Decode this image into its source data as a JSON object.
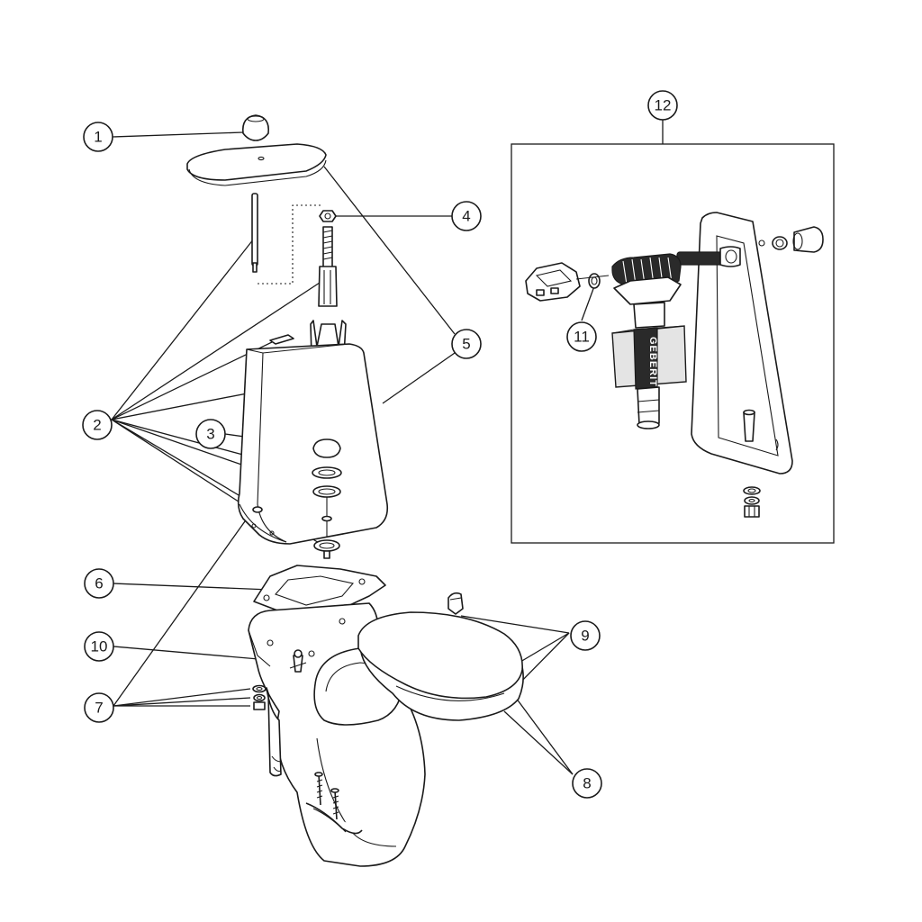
{
  "callouts": {
    "c1": "1",
    "c2": "2",
    "c3": "3",
    "c4": "4",
    "c5": "5",
    "c6": "6",
    "c7": "7",
    "c8": "8",
    "c9": "9",
    "c10": "10",
    "c11": "11",
    "c12": "12"
  },
  "fill_valve_brand": "GEBERIT"
}
